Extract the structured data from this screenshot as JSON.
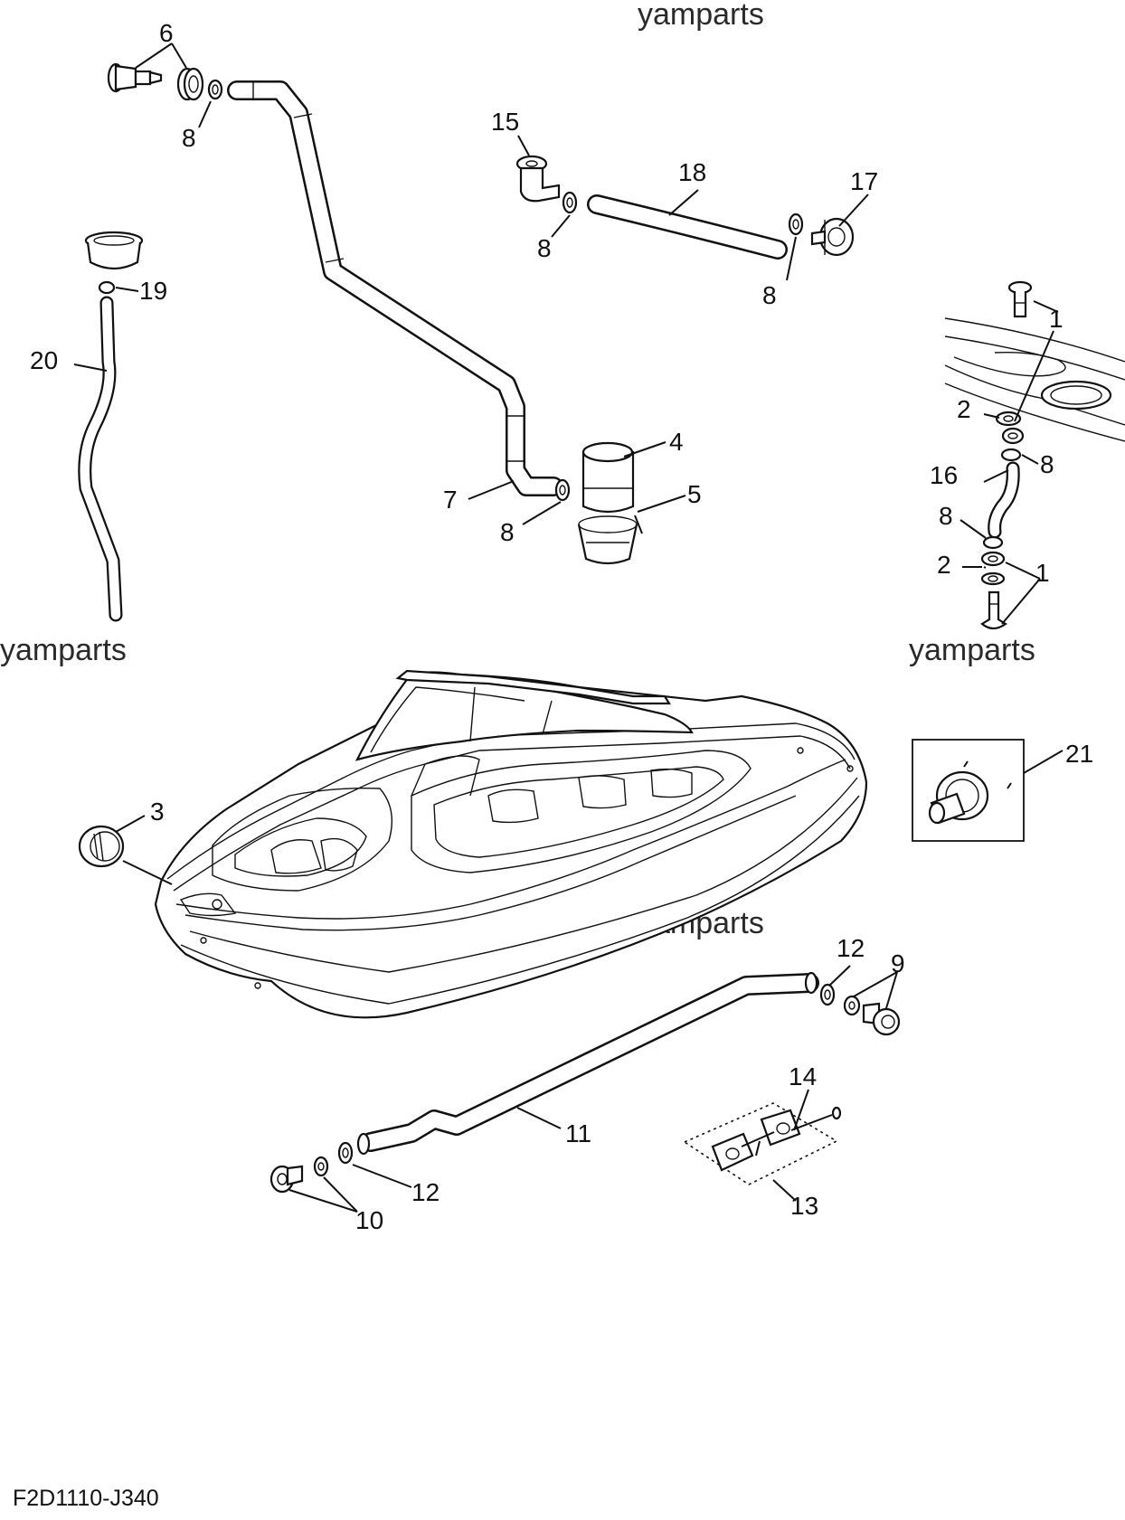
{
  "watermarks": {
    "top": "yamparts",
    "left": "yamparts",
    "right": "yamparts",
    "middle": "yamparts"
  },
  "diagram_code": "F2D1110-J340",
  "callouts": {
    "c1a": "1",
    "c1b": "1",
    "c2a": "2",
    "c2b": "2",
    "c3": "3",
    "c4": "4",
    "c5": "5",
    "c6": "6",
    "c7": "7",
    "c8a": "8",
    "c8b": "8",
    "c8c": "8",
    "c8d": "8",
    "c8e": "8",
    "c8f": "8",
    "c9": "9",
    "c10": "10",
    "c11": "11",
    "c12a": "12",
    "c12b": "12",
    "c13": "13",
    "c14": "14",
    "c15": "15",
    "c16": "16",
    "c17": "17",
    "c18": "18",
    "c19": "19",
    "c20": "20",
    "c21": "21"
  }
}
